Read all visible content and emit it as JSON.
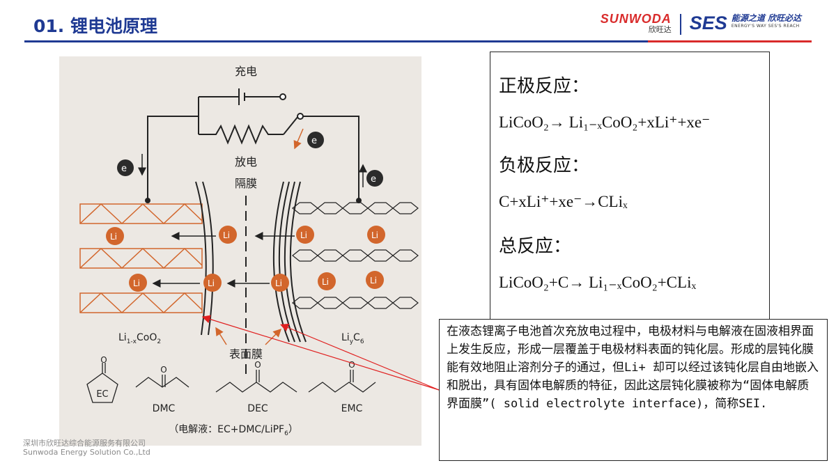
{
  "header": {
    "title": "01. 锂电池原理",
    "logo_brand": "SUNWODA",
    "logo_cn": "欣旺达",
    "logo_ses": "SES",
    "logo_slogan_cn": "能源之道 欣旺必达",
    "logo_slogan_en": "ENERGY'S WAY SES'S REACH",
    "colors": {
      "primary": "#1f3a93",
      "accent": "#d92b2b"
    }
  },
  "diagram": {
    "charge": "充电",
    "discharge": "放电",
    "separator": "隔膜",
    "surface_film": "表面膜",
    "electron": "e",
    "electron_sup": "-",
    "li": "Li",
    "li_sup": "+",
    "cathode_main": "Li",
    "cathode_sub": "1-x",
    "cathode_rest": "CoO",
    "cathode_sub2": "2",
    "anode_main": "Li",
    "anode_sub": "y",
    "anode_rest": "C",
    "anode_sub2": "6",
    "solvents": [
      "EC",
      "DMC",
      "DEC",
      "EMC"
    ],
    "atom_o": "O",
    "electrolyte": "（电解液：EC+DMC/LiPF",
    "electrolyte_sub": "6",
    "electrolyte_end": "）"
  },
  "reactions": {
    "positive_label": "正极反应：",
    "positive_eq": "LiCoO₂→ Li₁₋ₓCoO₂+xLi⁺+xe⁻",
    "negative_label": "负极反应：",
    "negative_eq": "C+xLi⁺+xe⁻→CLiₓ",
    "total_label": "总反应：",
    "total_eq": "LiCoO₂+C→ Li₁₋ₓCoO₂+CLiₓ"
  },
  "note": {
    "text": "在液态锂离子电池首次充放电过程中，电极材料与电解液在固液相界面上发生反应，形成一层覆盖于电极材料表面的钝化层。形成的层钝化膜能有效地阻止溶剂分子的通过，但Li+ 却可以经过该钝化层自由地嵌入和脱出，具有固体电解质的特征，因此这层钝化膜被称为“固体电解质界面膜”( solid electrolyte interface)，简称SEI."
  },
  "footer": {
    "company_cn": "深圳市欣旺达综合能源服务有限公司",
    "company_en": "Sunwoda Energy Solution Co.,Ltd"
  }
}
